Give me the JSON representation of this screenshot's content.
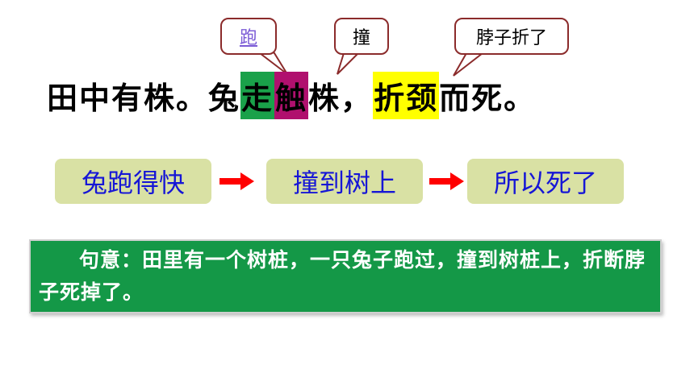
{
  "callouts": [
    {
      "label": "跑",
      "style": "link"
    },
    {
      "label": "撞"
    },
    {
      "label": "脖子折了"
    }
  ],
  "sentence": {
    "part1": "田中有株。兔",
    "hl_green": "走",
    "hl_magenta": "触",
    "part2": "株，",
    "hl_yellow": "折颈",
    "part3": "而死。"
  },
  "flow": [
    "兔跑得快",
    "撞到树上",
    "所以死了"
  ],
  "meaning": {
    "text": "句意：田里有一个树桩，一只兔子跑过，撞到树桩上，折断脖子死掉了。"
  },
  "colors": {
    "callout_border": "#8b2b2b",
    "highlight_green": "#1aa14a",
    "highlight_magenta": "#b0106e",
    "highlight_yellow": "#ffff00",
    "pill_bg": "#d9e1a4",
    "pill_text": "#1616d6",
    "arrow": "#ff0000",
    "meaning_bg": "#149847"
  }
}
